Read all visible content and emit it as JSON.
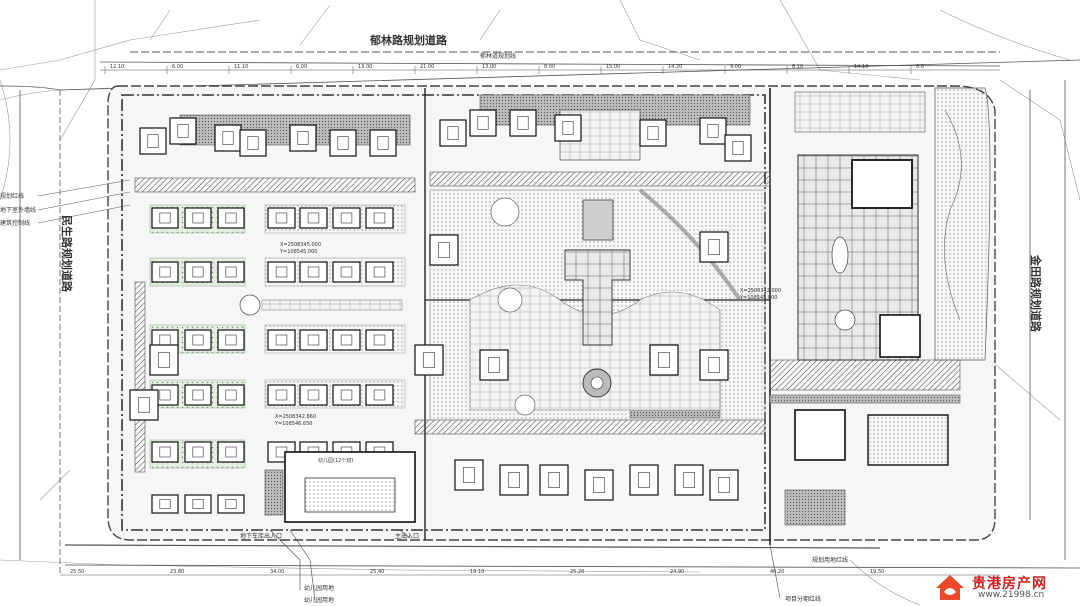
{
  "roads": {
    "north": "郁林路规划道路",
    "west": "民生路规划道路",
    "east": "金田路规划道路",
    "north_inner": "郁林道规划线"
  },
  "dims": [
    "12.10",
    "6.00",
    "11.10",
    "6.00",
    "13.00",
    "21.00",
    "13.00",
    "8.00",
    "15.00",
    "14.20",
    "9.00",
    "6.10",
    "14.10",
    "8.0"
  ],
  "bottom_dims": [
    "25.50",
    "23.80",
    "34.00",
    "25.40",
    "19.10",
    "25.20",
    "24.90",
    "40.20",
    "19.50"
  ],
  "west_notes": [
    "规划红线",
    "地下室外墙线",
    "建筑控制线"
  ],
  "bottom_notes": [
    "地下车库出入口",
    "幼儿园用地",
    "幼儿园用地",
    "主出入口",
    "项目分期红线",
    "规划用地红线"
  ],
  "coords": [
    "X=2508345.000",
    "Y=108545.000",
    "X=2508342.860",
    "Y=108546.650",
    "X=2508342.000",
    "Y=108545.000"
  ],
  "kindergarten": "幼儿园(12个班)",
  "watermark": {
    "brand": "贵港房产网",
    "url": "www.21998.cn",
    "brand_color": "#d21f1f"
  }
}
